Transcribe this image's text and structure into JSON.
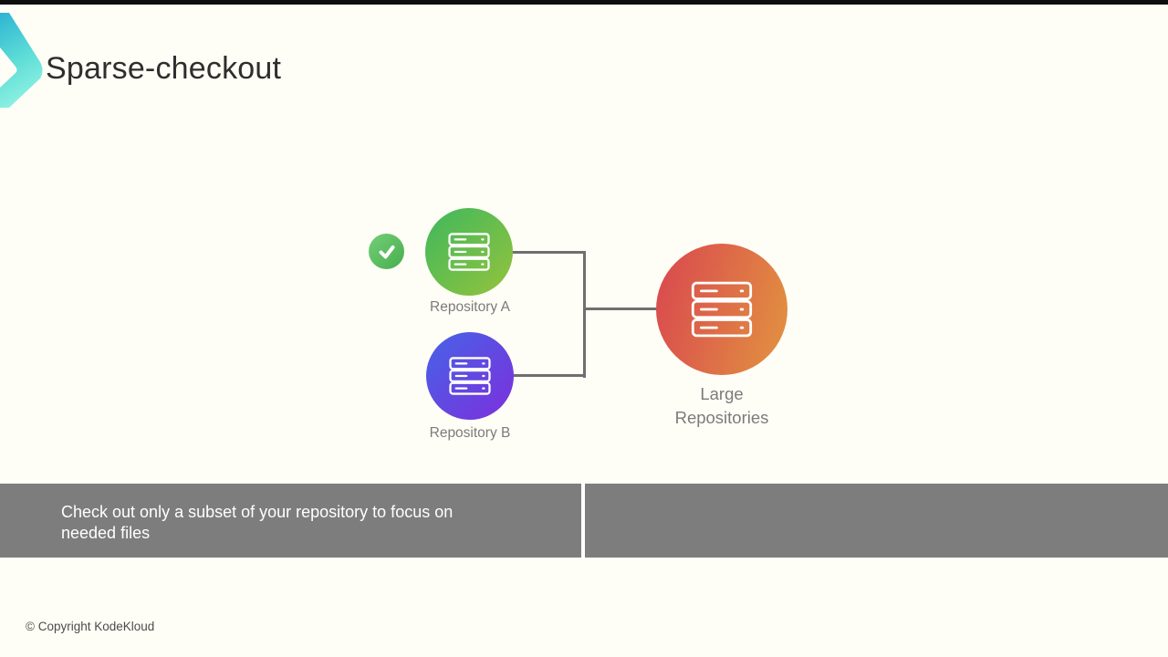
{
  "slide": {
    "title": "Sparse-checkout",
    "footer": "© Copyright KodeKloud",
    "background_color": "#fffef6"
  },
  "logo": {
    "icon": "kodekloud-chevron-icon",
    "gradient_start": "#2eb4d4",
    "gradient_end": "#8cf0e2"
  },
  "diagram": {
    "connector_color": "#6f6f6f",
    "check_badge": {
      "icon": "check-icon",
      "color_start": "#74ce77",
      "color_end": "#47ae4d"
    },
    "nodes": [
      {
        "id": "repo-a",
        "label": "Repository A",
        "icon": "server-icon",
        "color_start": "#3eb85d",
        "color_end": "#95c33c",
        "checked": true
      },
      {
        "id": "repo-b",
        "label": "Repository B",
        "icon": "server-icon",
        "color_start": "#4663e7",
        "color_end": "#7d2fdc",
        "checked": false
      },
      {
        "id": "large-repos",
        "label": "Large Repositories",
        "icon": "server-icon",
        "color_start": "#d9464f",
        "color_end": "#e29440",
        "checked": false
      }
    ]
  },
  "banner": {
    "left_text": "Check out only a subset of your repository to focus on needed files",
    "right_text": "",
    "background_color": "#7d7d7d",
    "text_color": "#ffffff"
  }
}
